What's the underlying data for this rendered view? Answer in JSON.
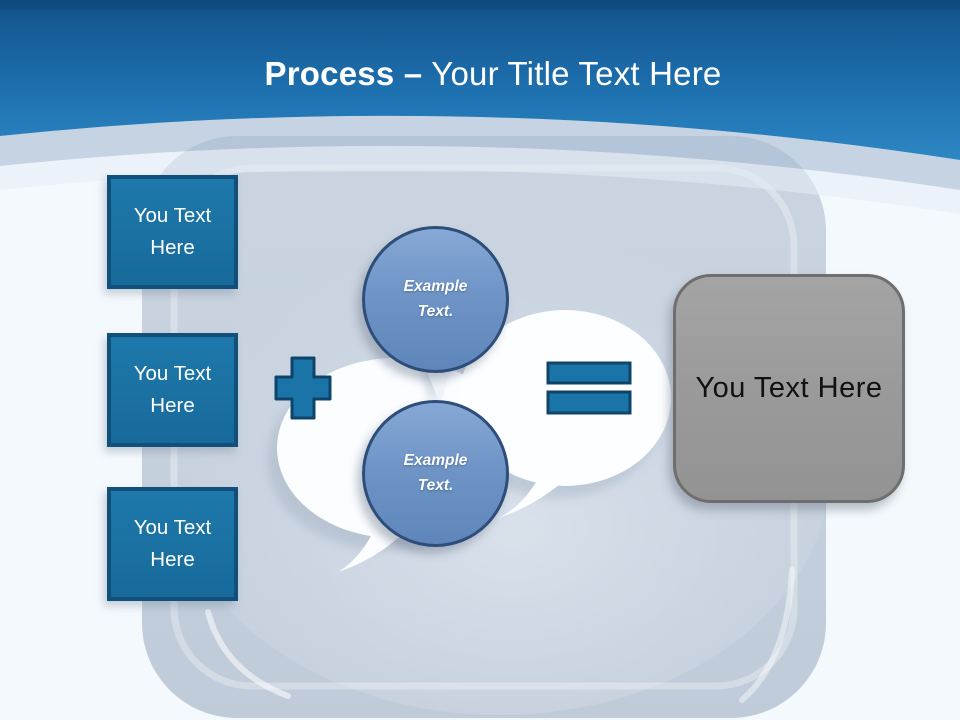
{
  "title": {
    "prefix": "Process –",
    "rest": "Your Title Text Here"
  },
  "left_boxes": [
    {
      "line1": "You Text",
      "line2": "Here"
    },
    {
      "line1": "You Text",
      "line2": "Here"
    },
    {
      "line1": "You Text",
      "line2": "Here"
    }
  ],
  "circles": [
    {
      "line1": "Example",
      "line2": "Text."
    },
    {
      "line1": "Example",
      "line2": "Text."
    }
  ],
  "operators": {
    "plus": "plus-icon",
    "equals": "equals-icon"
  },
  "result_box": {
    "label": "You Text Here"
  },
  "colors": {
    "header_top": "#13538a",
    "header_bottom": "#2e87c4",
    "panel": "#c5d0dd",
    "accent_blue": "#1a74a7",
    "accent_border": "#0f436a",
    "box_fill": "#1a71a2",
    "box_border": "#11507a",
    "circle_fill": "#6f95c7",
    "circle_border": "#2e4d78",
    "result_fill": "#9a9a9a",
    "result_border": "#6e6e6e",
    "cloud_white": "#fcfeff"
  }
}
